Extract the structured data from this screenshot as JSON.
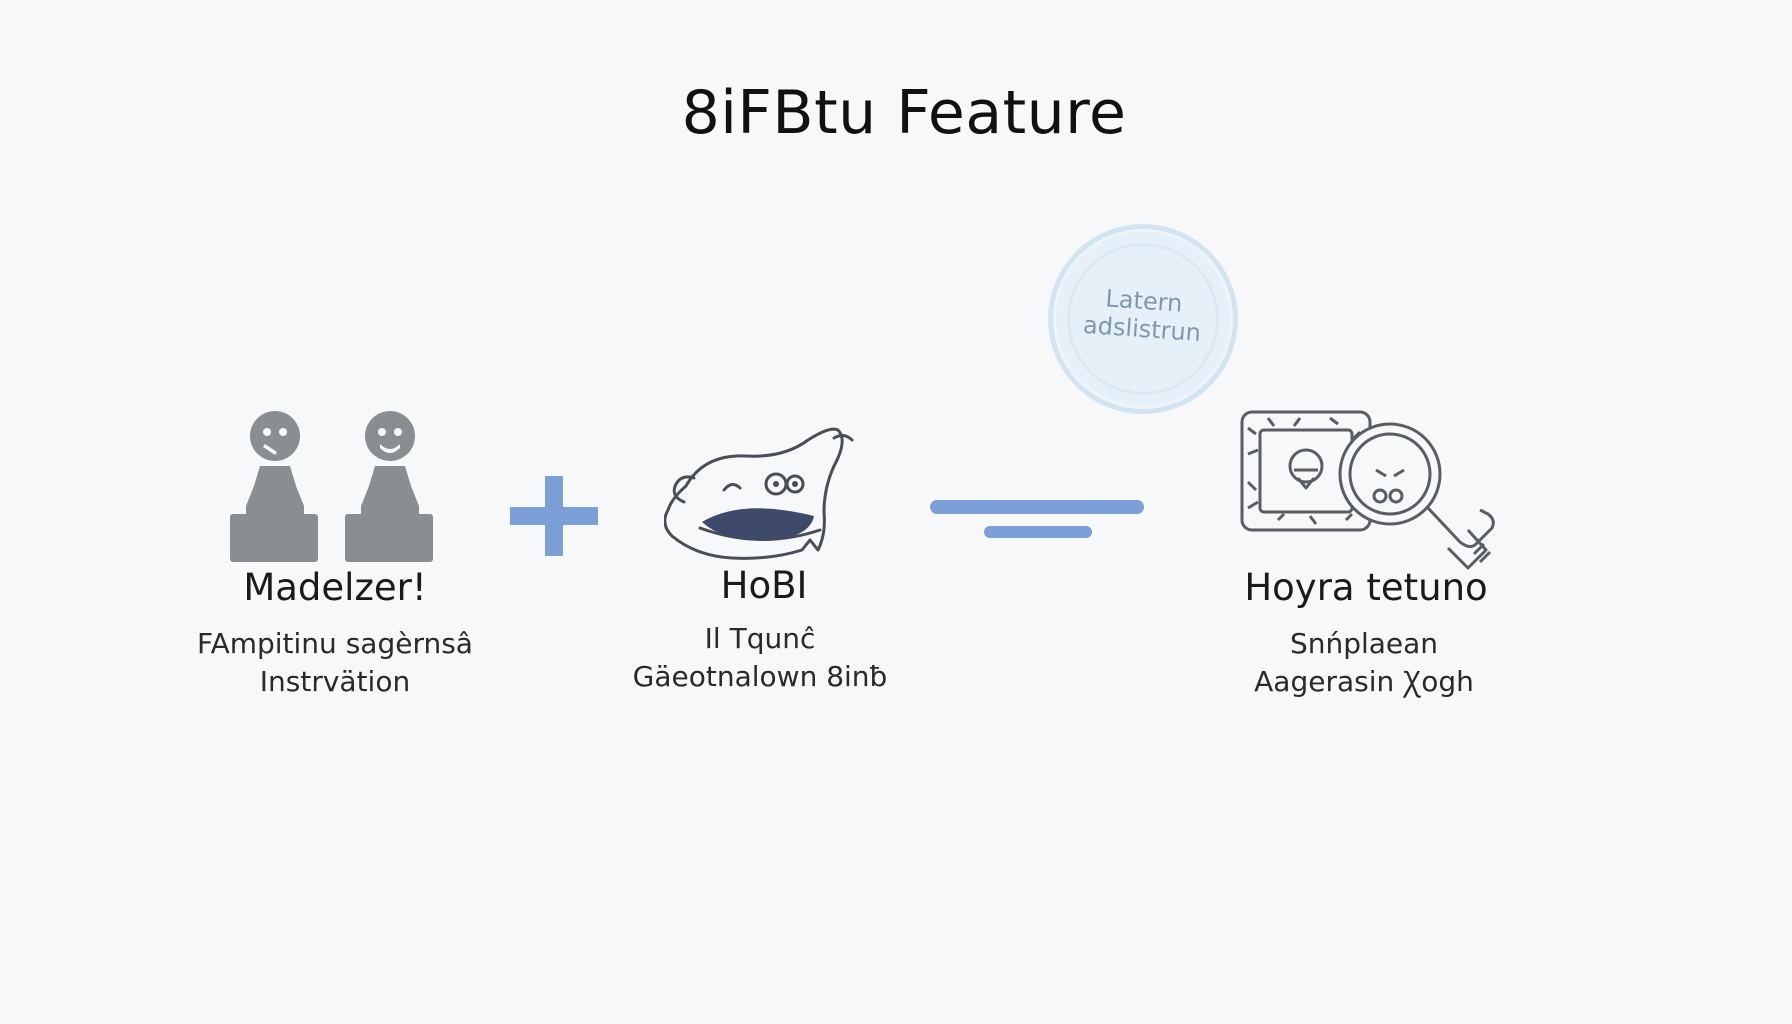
{
  "title": "8iFBtu Feature",
  "badge": {
    "line1": "Latern",
    "line2": "adslistrun"
  },
  "items": [
    {
      "heading": "Madelzer!",
      "sub1": "FAmpitinu sagèrnsâ",
      "sub2": "Instrvätion"
    },
    {
      "heading": "HoBI",
      "sub1": "Il Tqunĉ",
      "sub2": "Gäeotnalown 8inƀ"
    },
    {
      "heading": "Hoyra tetuno",
      "sub1": "Snńplaean",
      "sub2": "Aagerasin Ꭓogh"
    }
  ],
  "icons": {
    "people": "people-icon",
    "plus": "plus-icon",
    "animal": "animal-illustration-icon",
    "equals": "equals-icon",
    "frame_magnifier": "frame-magnifier-icon"
  },
  "colors": {
    "background": "#f7f8f9",
    "accent_blue": "#7b9fd6",
    "figure_gray": "#8a8d92",
    "badge_fill": "#e6f0f8"
  }
}
